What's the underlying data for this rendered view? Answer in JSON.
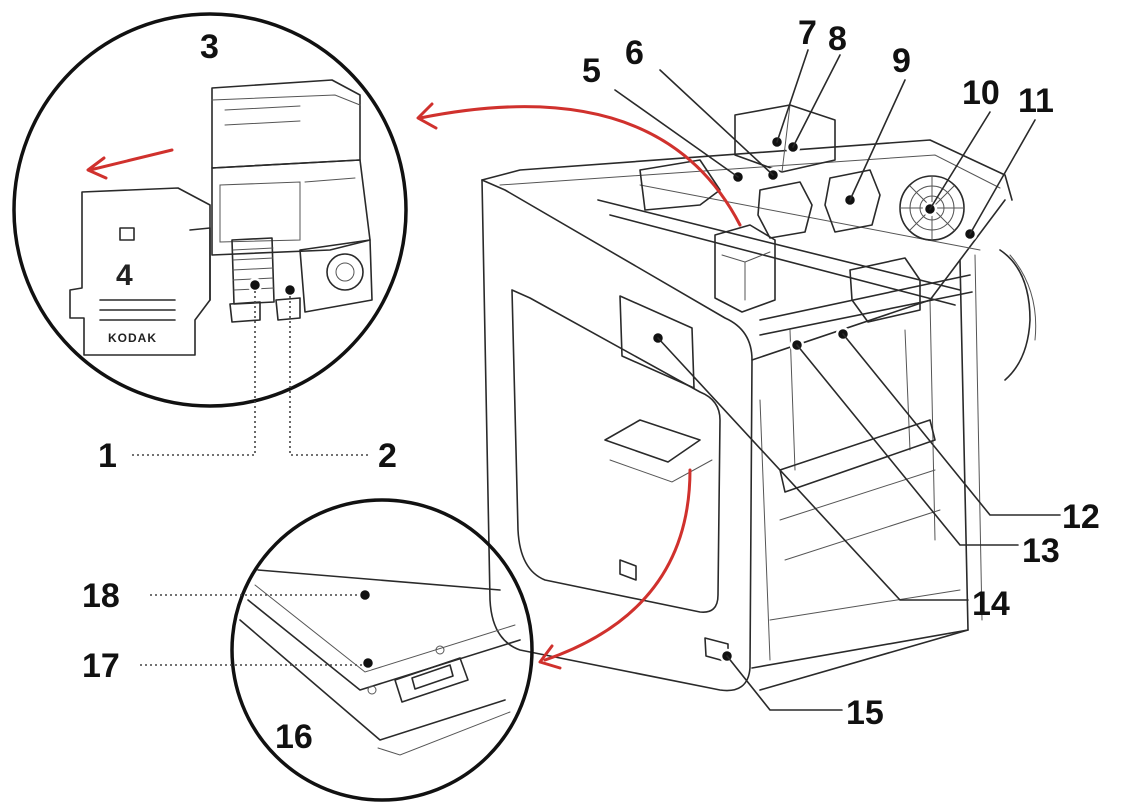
{
  "callouts": [
    "1",
    "2",
    "3",
    "4",
    "5",
    "6",
    "7",
    "8",
    "9",
    "10",
    "11",
    "12",
    "13",
    "14",
    "15",
    "16",
    "17",
    "18"
  ],
  "labels": {
    "n1": "1",
    "n2": "2",
    "n3": "3",
    "n4": "4",
    "n5": "5",
    "n6": "6",
    "n7": "7",
    "n8": "8",
    "n9": "9",
    "n10": "10",
    "n11": "11",
    "n12": "12",
    "n13": "13",
    "n14": "14",
    "n15": "15",
    "n16": "16",
    "n17": "17",
    "n18": "18"
  },
  "cover": {
    "brand": "KODAK",
    "number": "4"
  },
  "colors": {
    "arrow": "#d0312d",
    "line": "#2a2a2a",
    "background": "#ffffff"
  },
  "icons": [
    "kodak-logo-icon",
    "fan-icon"
  ]
}
